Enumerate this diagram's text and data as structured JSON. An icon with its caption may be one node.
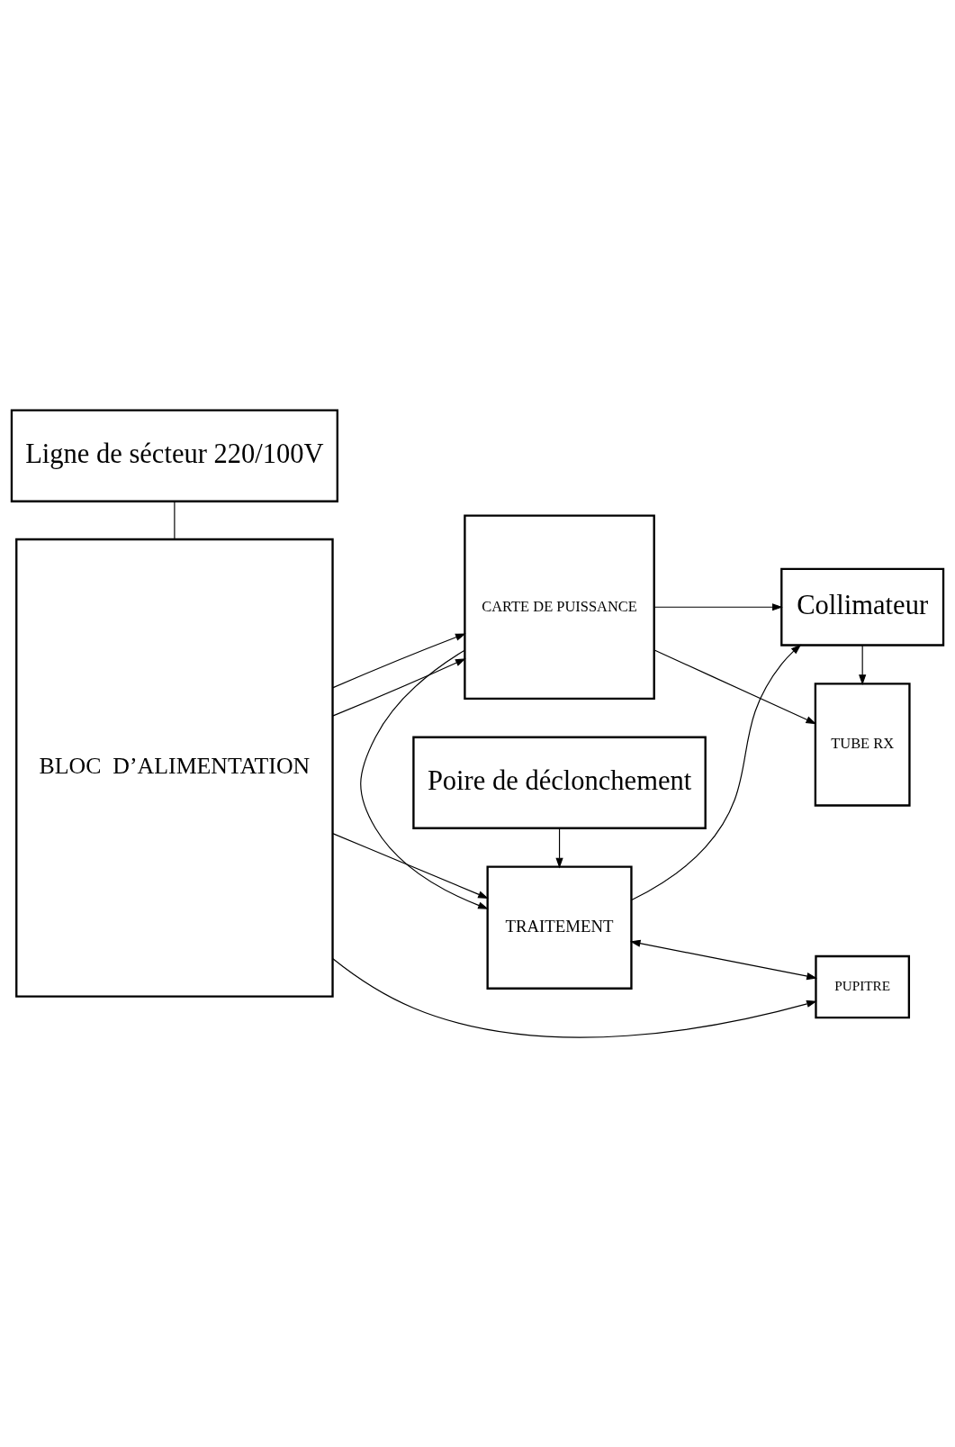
{
  "diagram": {
    "nodes": [
      {
        "text": [
          "BLOC  D’ALIMENTATION"
        ]
      },
      {
        "text": [
          "CARTE DE PUISSANCE"
        ]
      },
      {
        "text": [
          "TUBE RX"
        ]
      },
      {
        "text": [
          "TRAITEMENT"
        ]
      },
      {
        "text": [
          "Collimateur"
        ]
      },
      {
        "text": [
          "Ligne de sécteur 220/100V"
        ]
      },
      {
        "text": [
          "Poire de déclonchement"
        ]
      },
      {
        "text": [
          "PUPITRE"
        ]
      }
    ],
    "edges": [
      {
        "from": 0,
        "to": 1,
        "arrow": "to"
      },
      {
        "from": 0,
        "to": 1,
        "arrow": "to"
      },
      {
        "from": 1,
        "to": 2,
        "arrow": "to"
      },
      {
        "from": 1,
        "to": 4,
        "arrow": "to"
      },
      {
        "from": 4,
        "to": 2,
        "arrow": "to"
      },
      {
        "from": 1,
        "to": 3,
        "arrow": "to"
      },
      {
        "from": 0,
        "to": 3,
        "arrow": "to"
      },
      {
        "from": 3,
        "to": 4,
        "arrow": "to"
      },
      {
        "from": 0,
        "to": 7,
        "arrow": "to"
      },
      {
        "from": 6,
        "to": 3,
        "arrow": "to"
      },
      {
        "from": 3,
        "to": 7,
        "arrow": "both"
      },
      {
        "from": 5,
        "to": 0,
        "arrow": "none"
      }
    ]
  }
}
